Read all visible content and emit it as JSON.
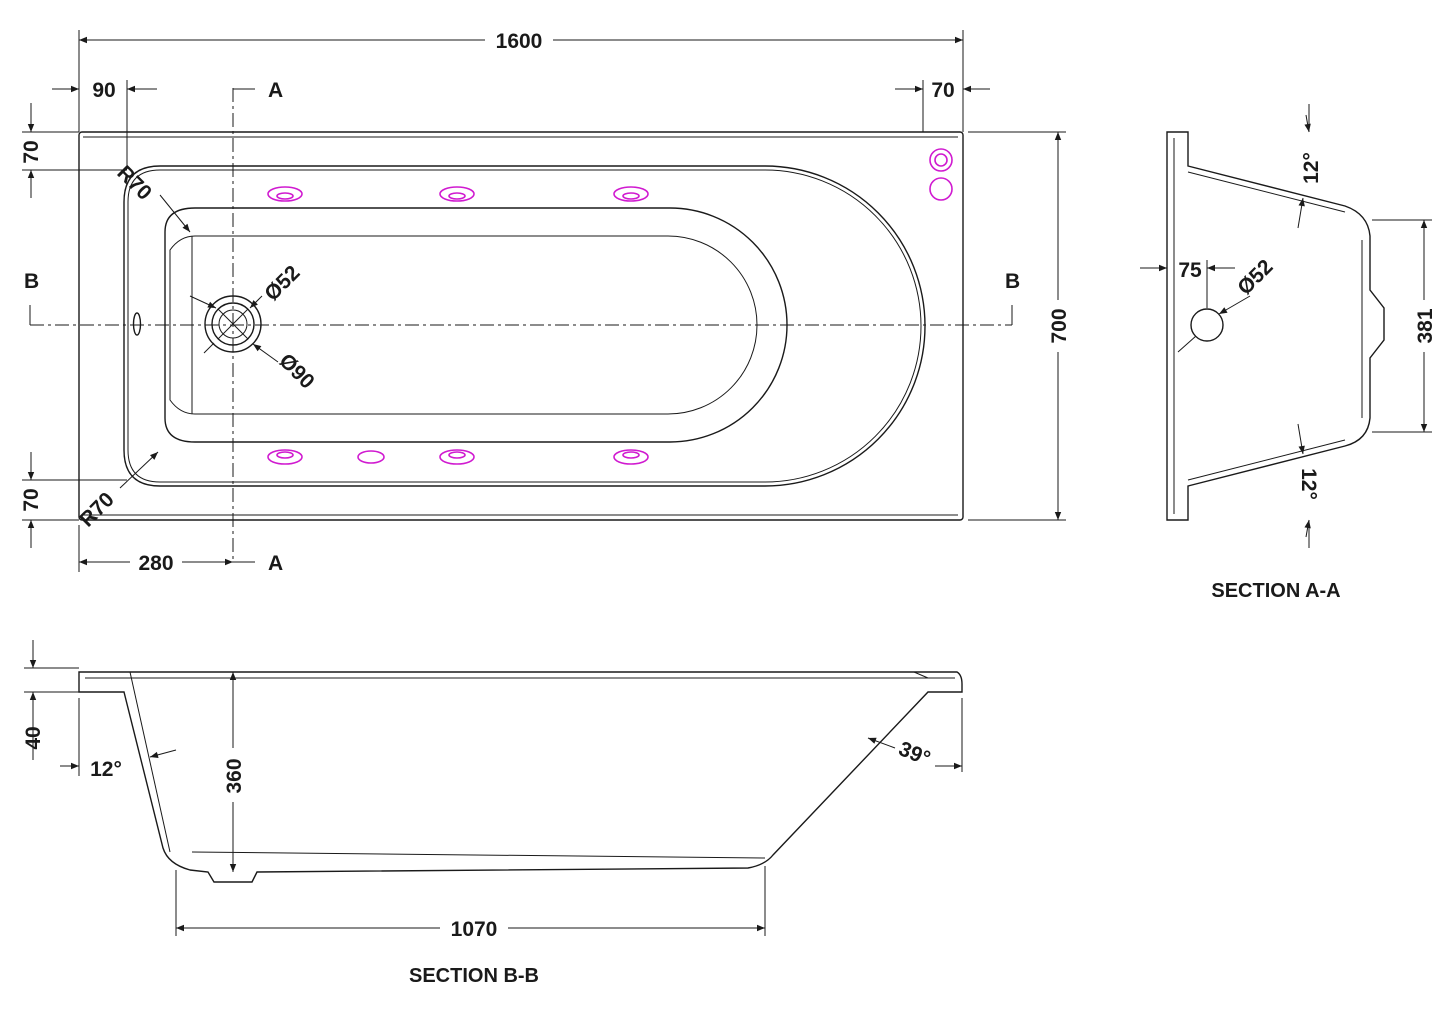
{
  "plan_view": {
    "length": "1600",
    "left_rim": "90",
    "right_rim": "70",
    "top_rim": "70",
    "bottom_rim": "70",
    "width": "700",
    "radius_top": "R70",
    "radius_bottom": "R70",
    "waste_small": "Ø52",
    "waste_large": "Ø90",
    "section_offset": "280",
    "section_a_top": "A",
    "section_a_bottom": "A",
    "section_b_left": "B",
    "section_b_right": "B"
  },
  "section_a": {
    "title": "SECTION A-A",
    "angle_top": "12°",
    "angle_bottom": "12°",
    "overflow_offset": "75",
    "overflow_diameter": "Ø52",
    "depth": "381"
  },
  "section_b": {
    "title": "SECTION B-B",
    "rim_height": "40",
    "left_angle": "12°",
    "right_angle": "39°",
    "depth": "360",
    "base_length": "1070"
  },
  "colors": {
    "line": "#1a1a1a",
    "jets": "#d01ad0"
  }
}
